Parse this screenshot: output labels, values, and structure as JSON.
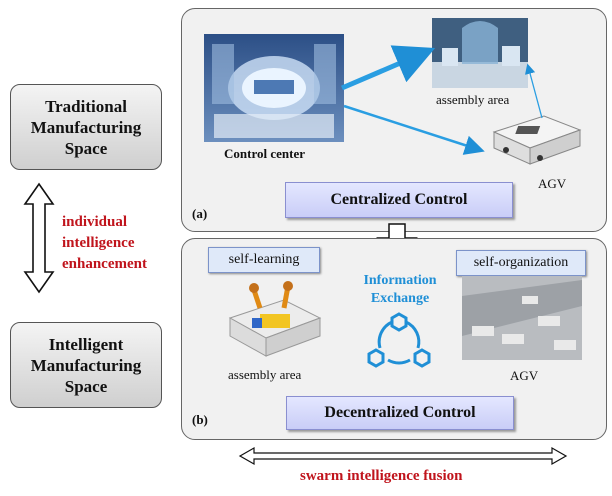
{
  "left": {
    "traditional": [
      "Traditional",
      "Manufacturing",
      "Space"
    ],
    "intelligent": [
      "Intelligent",
      "Manufacturing",
      "Space"
    ],
    "enhancement": [
      "individual",
      "intelligence",
      "enhancement"
    ]
  },
  "panel_a": {
    "tag": "(a)",
    "control_center": "Control center",
    "assembly_area": "assembly area",
    "agv": "AGV",
    "centralized": "Centralized Control"
  },
  "panel_b": {
    "tag": "(b)",
    "self_learning": "self-learning",
    "self_organization": "self-organization",
    "info_exchange": [
      "Information",
      "Exchange"
    ],
    "assembly_area": "assembly area",
    "agv": "AGV",
    "decentralized": "Decentralized Control"
  },
  "bottom": {
    "fusion": "swarm intelligence fusion"
  },
  "colors": {
    "accent_red": "#c0141c",
    "accent_blue": "#1f8fd6"
  }
}
